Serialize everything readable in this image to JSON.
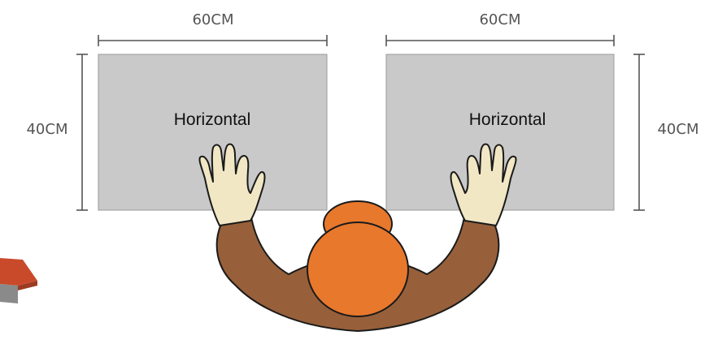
{
  "left_panel": {
    "width_label": "60CM",
    "height_label": "40CM",
    "orientation_label": "Horizontal"
  },
  "right_panel": {
    "width_label": "60CM",
    "height_label": "40CM",
    "orientation_label": "Horizontal"
  },
  "colors": {
    "panel_fill": "#c9c9c9",
    "panel_stroke": "#9a9a9a",
    "dimension_line": "#555555",
    "dimension_text": "#555555",
    "label_text": "#111111",
    "head": "#e8782c",
    "head_outline": "#1a1a1a",
    "body": "#97603a",
    "hand": "#f1e7c4",
    "corner_object": "#c94a2b"
  }
}
